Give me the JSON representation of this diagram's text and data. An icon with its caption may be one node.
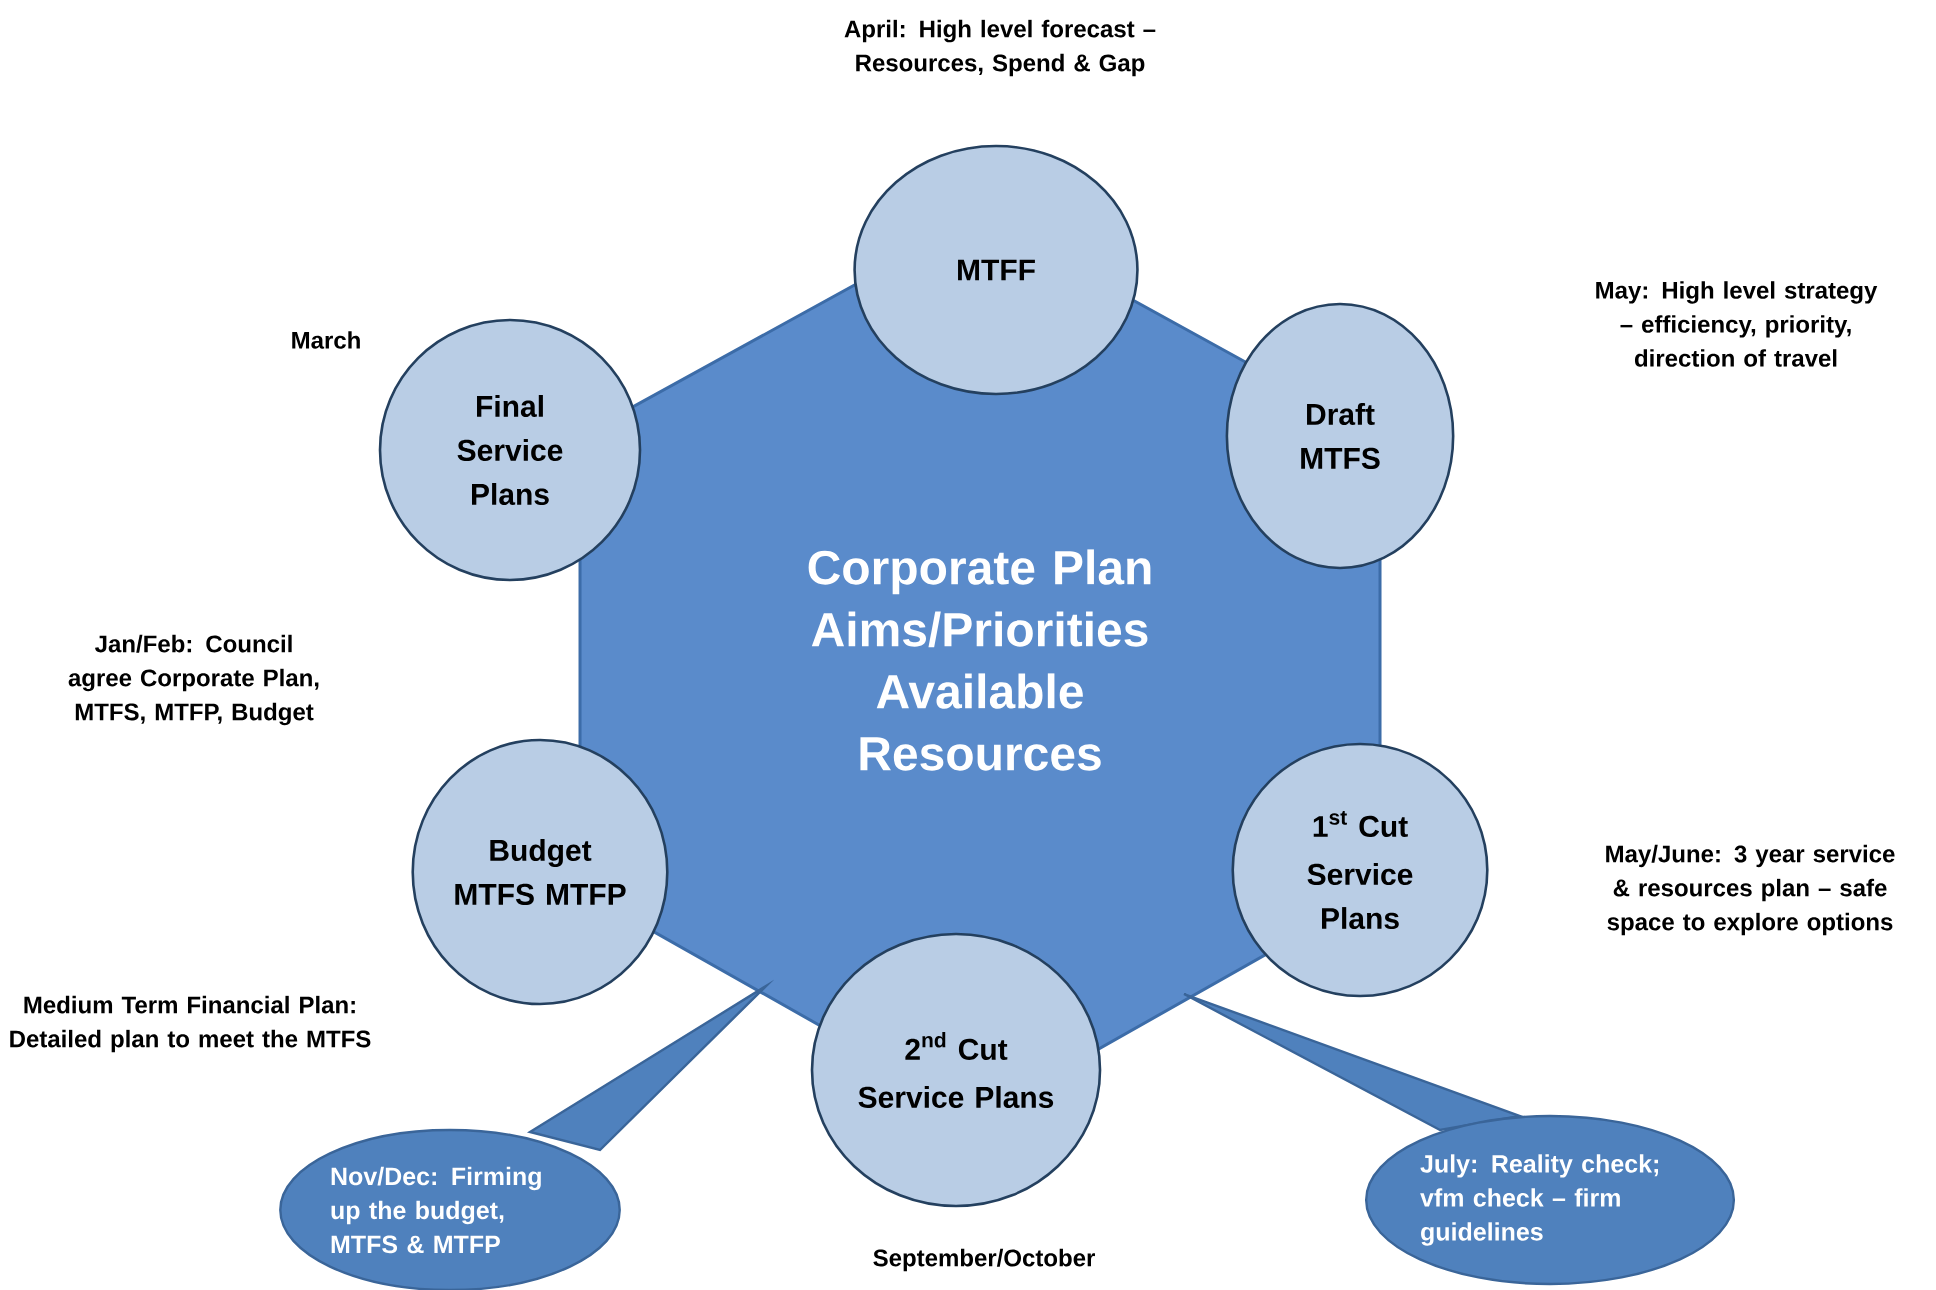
{
  "diagram": {
    "nodes": [
      {
        "text": [
          "Corporate Plan Aims/Priorities Available Resources"
        ]
      },
      {
        "text": [
          "MTFF"
        ],
        "beside": [
          "April: High level forecast – Resources, Spend & Gap"
        ]
      },
      {
        "text": [
          "Draft MTFS"
        ]
      },
      {
        "text": [
          "\\text{1}^{\\text{st}}\\ \\text{Cut}",
          "Service Plans"
        ]
      },
      {
        "text": [
          "\\text{2}^{\\text{nd}}\\ \\text{Cut}",
          "Service Plans"
        ],
        "beside": [
          "September/October"
        ]
      },
      {
        "text": [
          "Budget MTFS MTFP"
        ],
        "beside": [
          "Jan/Feb: Council agree Corporate Plan, MTFS, MTFP, Budget"
        ]
      },
      {
        "text": [
          "Final Service Plans"
        ],
        "beside": [
          "March"
        ]
      },
      {
        "text": [
          "July: Reality check; vfm check – firm guidelines"
        ]
      },
      {
        "text": [
          "Nov/Dec: Firming up the budget, MTFS & MTFP"
        ]
      }
    ],
    "labels": [
      "May: High level strategy – efficiency, priority, direction of travel",
      "May/June: 3 year service & resources plan – safe space to explore options",
      "Medium Term Financial Plan: Detailed plan to meet the MTFS"
    ]
  }
}
